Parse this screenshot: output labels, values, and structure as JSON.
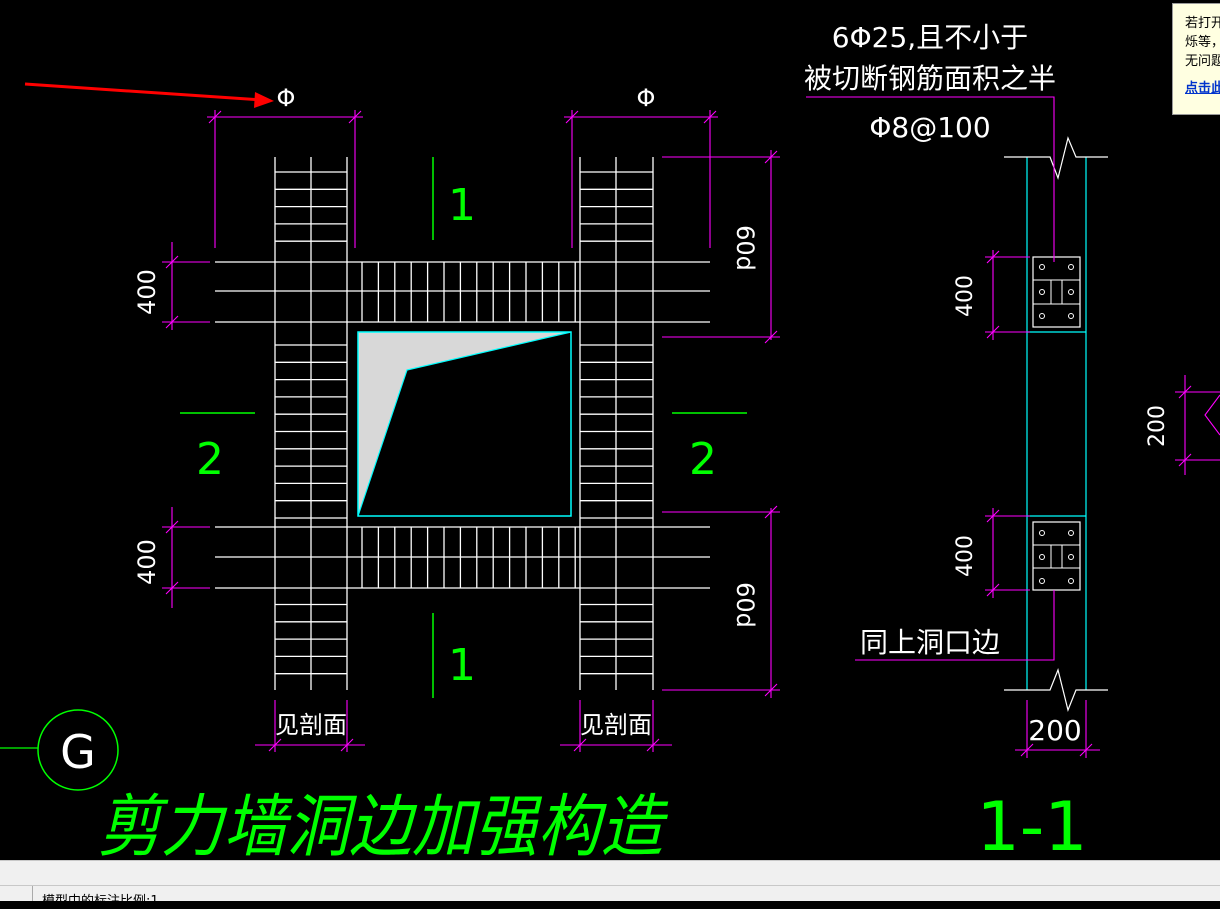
{
  "drawing": {
    "title": "剪力墙洞边加强构造",
    "grid_axis": "G",
    "section_title": "1-1",
    "section_mark_1": "1",
    "section_mark_2": "2",
    "bar_symbol": "Φ",
    "dim_400": "400",
    "dim_60d": "60d",
    "dim_200": "200",
    "see_section": "见剖面",
    "note_rebar_line1": "6Φ25,且不小于",
    "note_rebar_line2": "被切断钢筋面积之半",
    "note_stirrup": "Φ8@100",
    "note_same_edge": "同上洞口边"
  },
  "colors": {
    "background": "#000000",
    "rebar": "#ffffff",
    "dimension": "#ff00ff",
    "section_mark": "#00ff00",
    "title": "#00ff00",
    "wall_outline": "#00ffff",
    "leader_arrow": "#ff0000",
    "hatch": "#d8d8d8"
  },
  "tooltip": {
    "line1": "若打开",
    "line2": "烁等，",
    "line3": "无问题",
    "link": "点击此"
  },
  "statusbar": {
    "text": "模型中的标注比例:1"
  }
}
